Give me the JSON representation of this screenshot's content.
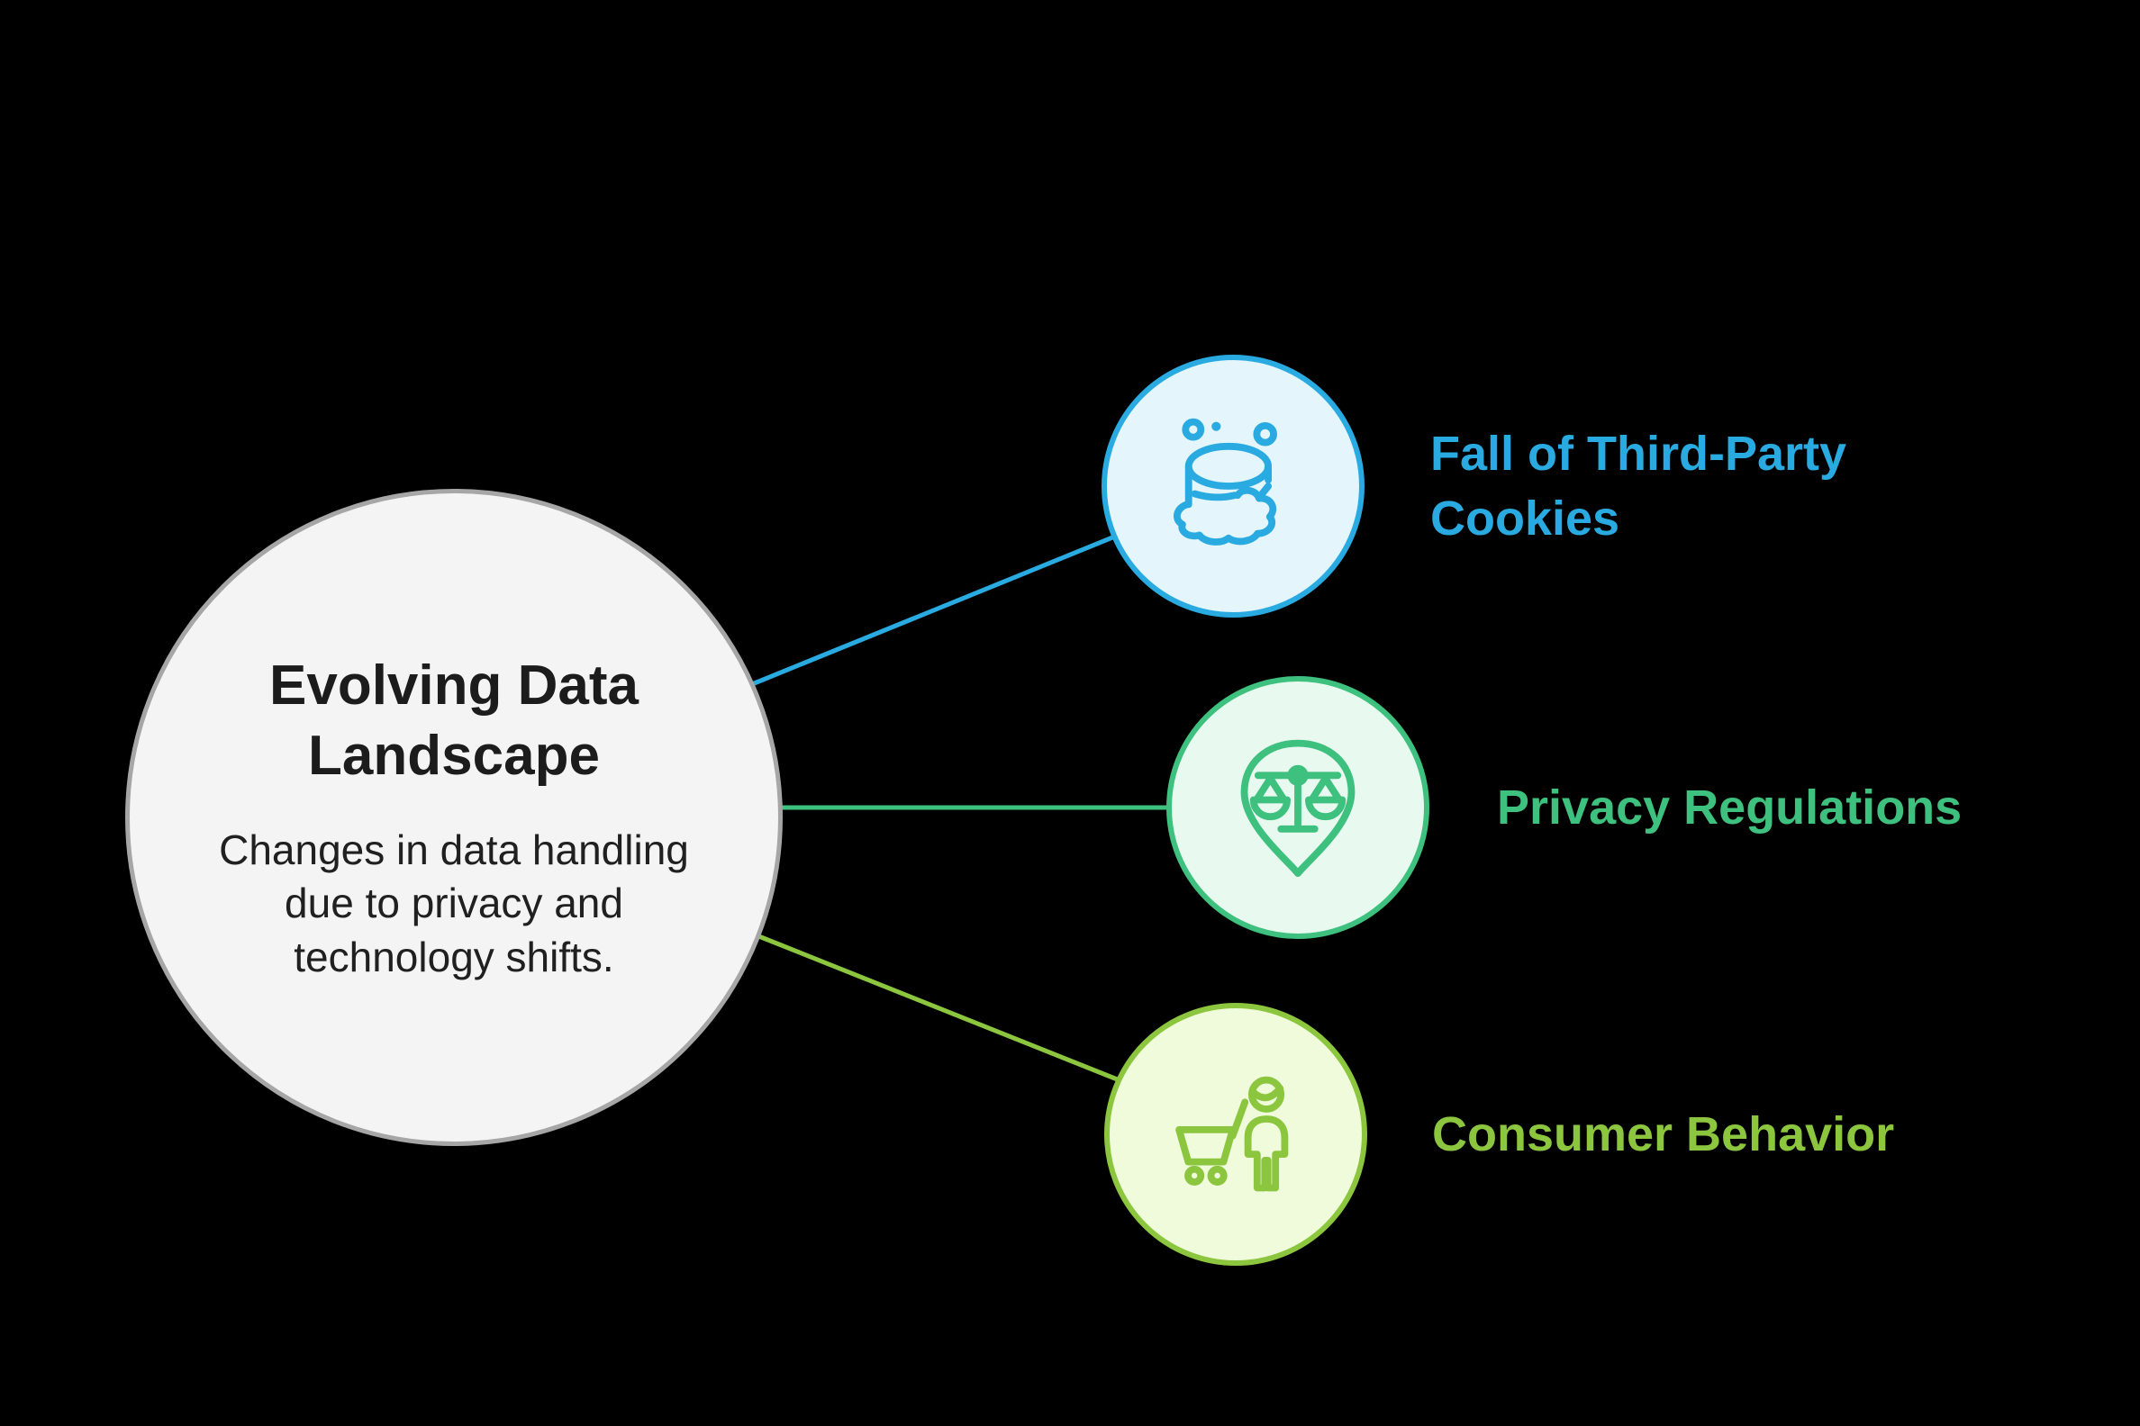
{
  "diagram": {
    "background_color": "#000000",
    "center": {
      "title": "Evolving Data Landscape",
      "description": "Changes in data handling due to privacy and technology shifts.",
      "fill_color": "#f4f4f4",
      "border_color": "#a6a6a6",
      "text_color": "#1c1c1c"
    },
    "nodes": [
      {
        "label": "Fall of Third-Party Cookies",
        "icon": "cookie-icon",
        "color": "#29abe2",
        "fill_color": "#e4f5fc"
      },
      {
        "label": "Privacy Regulations",
        "icon": "scales-location-pin-icon",
        "color": "#3ec07e",
        "fill_color": "#e8f9f0"
      },
      {
        "label": "Consumer Behavior",
        "icon": "shopping-cart-person-icon",
        "color": "#8cc63f",
        "fill_color": "#f0fbdc"
      }
    ]
  }
}
